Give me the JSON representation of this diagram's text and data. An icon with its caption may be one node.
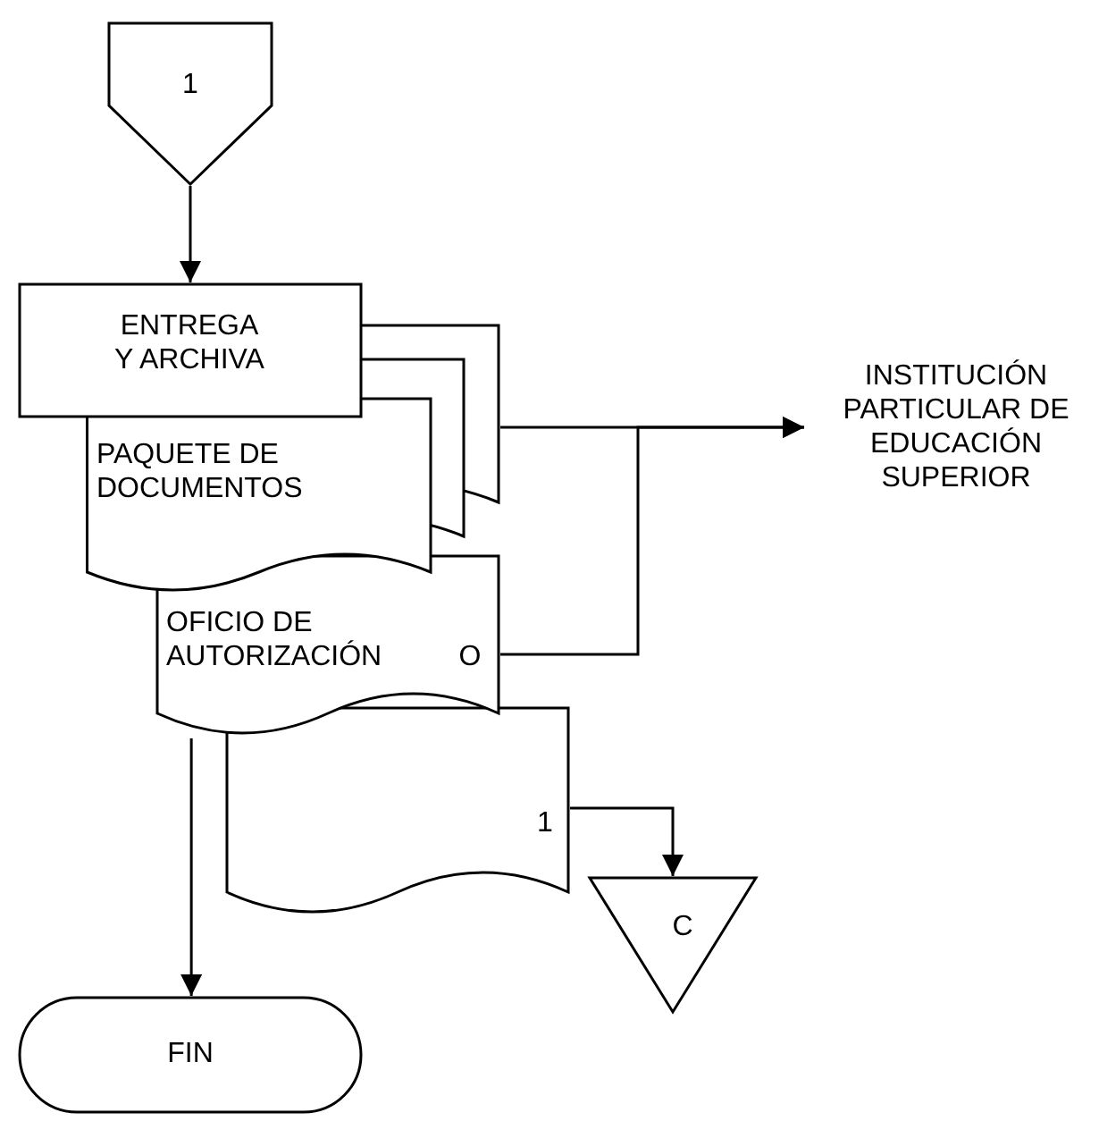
{
  "diagram": {
    "nodes": [
      {
        "text": [
          "1"
        ]
      },
      {
        "text": [
          "ENTREGA Y ARCHIVA"
        ]
      },
      {
        "text": [
          "PAQUETE DE DOCUMENTOS"
        ]
      },
      {
        "text": [
          "OFICIO DE AUTORIZACIÓN",
          "O"
        ]
      },
      {
        "text": [
          "1"
        ]
      },
      {
        "text": [
          "INSTITUCIÓN PARTICULAR DE EDUCACIÓN SUPERIOR"
        ]
      },
      {
        "text": [
          "C"
        ]
      },
      {
        "text": [
          "FIN"
        ]
      }
    ],
    "edges": [
      {
        "from": 0,
        "to": 1,
        "arrow": "to"
      },
      {
        "from": 2,
        "to": 5,
        "arrow": "to"
      },
      {
        "from": 3,
        "to": 5,
        "arrow": "to"
      },
      {
        "from": 4,
        "to": 6,
        "arrow": "to"
      },
      {
        "from": 3,
        "to": 7,
        "arrow": "to"
      }
    ]
  }
}
